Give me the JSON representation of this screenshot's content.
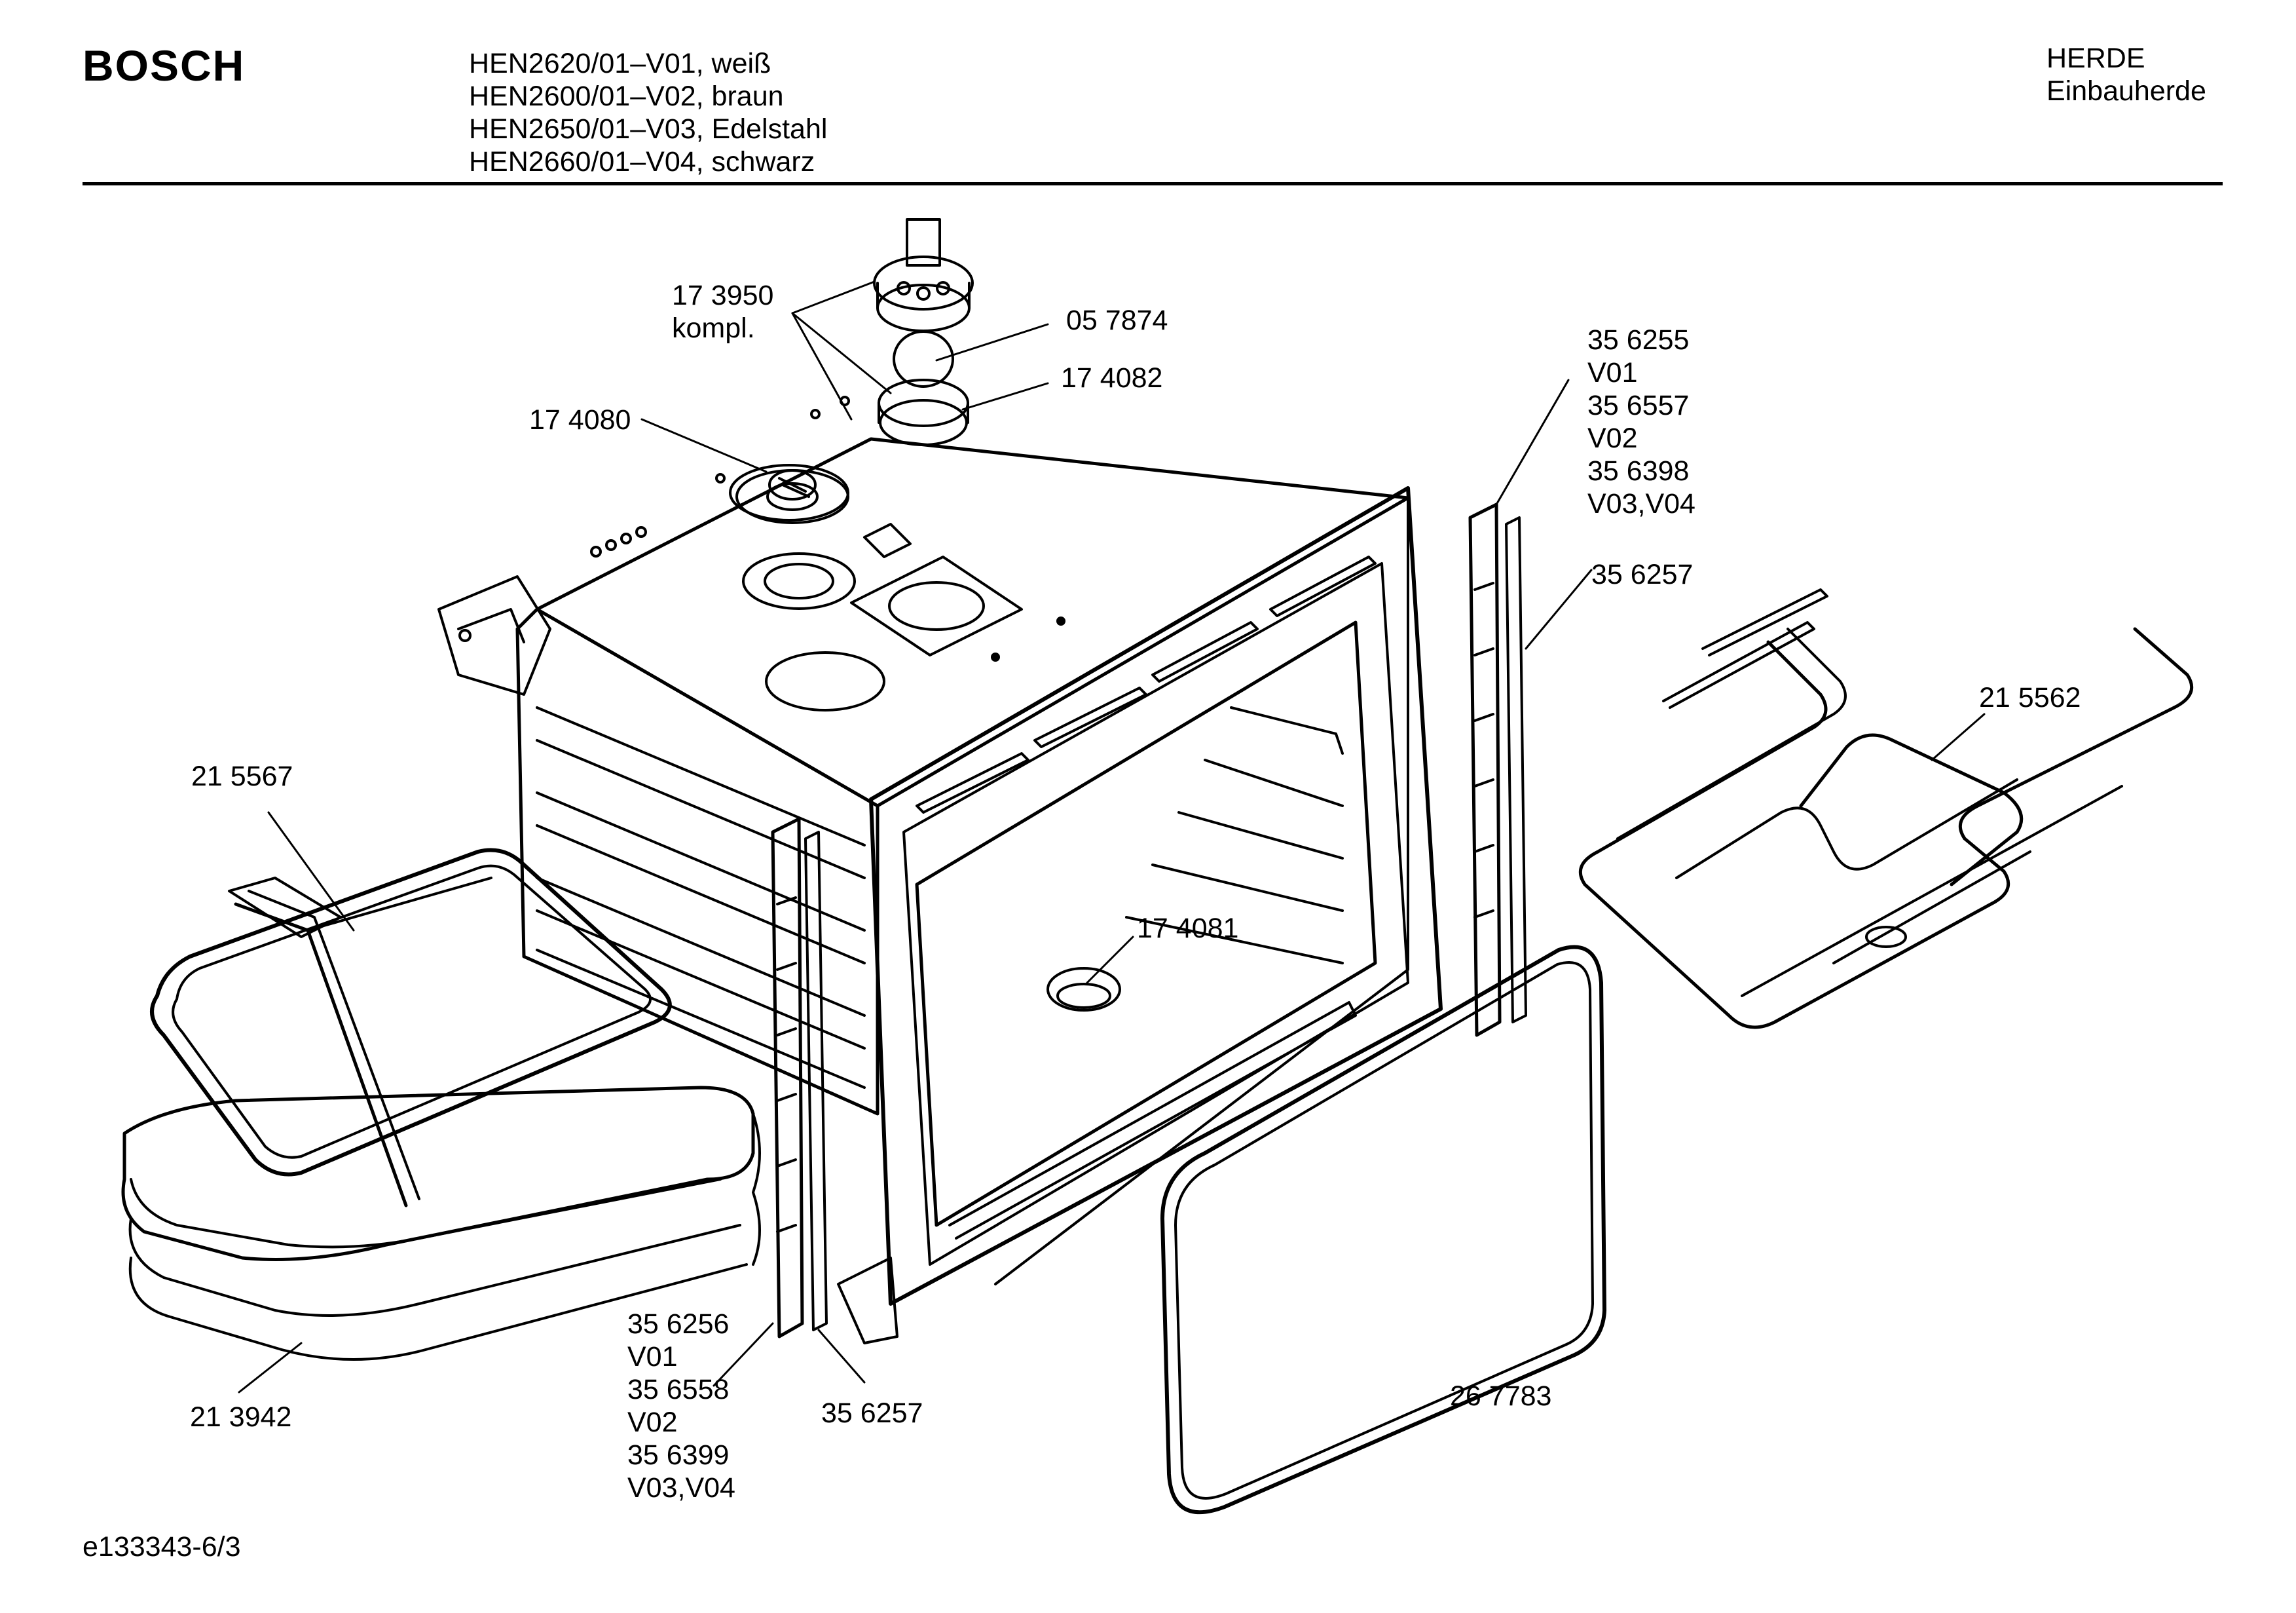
{
  "brand": "BOSCH",
  "models": [
    "HEN2620/01–V01, weiß",
    "HEN2600/01–V02, braun",
    "HEN2650/01–V03, Edelstahl",
    "HEN2660/01–V04, schwarz"
  ],
  "category": {
    "line1": "HERDE",
    "line2": "Einbauherde"
  },
  "parts": {
    "p173950": "17 3950",
    "p173950_note": "kompl.",
    "p057874": "05 7874",
    "p174082": "17 4082",
    "p174080": "17 4080",
    "p356255": [
      "35 6255",
      "V01",
      "35 6557",
      "V02",
      "35 6398",
      "V03,V04"
    ],
    "p356257_top": "35 6257",
    "p215562": "21 5562",
    "p215567": "21 5567",
    "p174081": "17 4081",
    "p213942": "21 3942",
    "p356256": [
      "35 6256",
      "V01",
      "35 6558",
      "V02",
      "35 6399",
      "V03,V04"
    ],
    "p356257_bottom": "35 6257",
    "p267783": "26 7783"
  },
  "footer": "e133343-6/3"
}
